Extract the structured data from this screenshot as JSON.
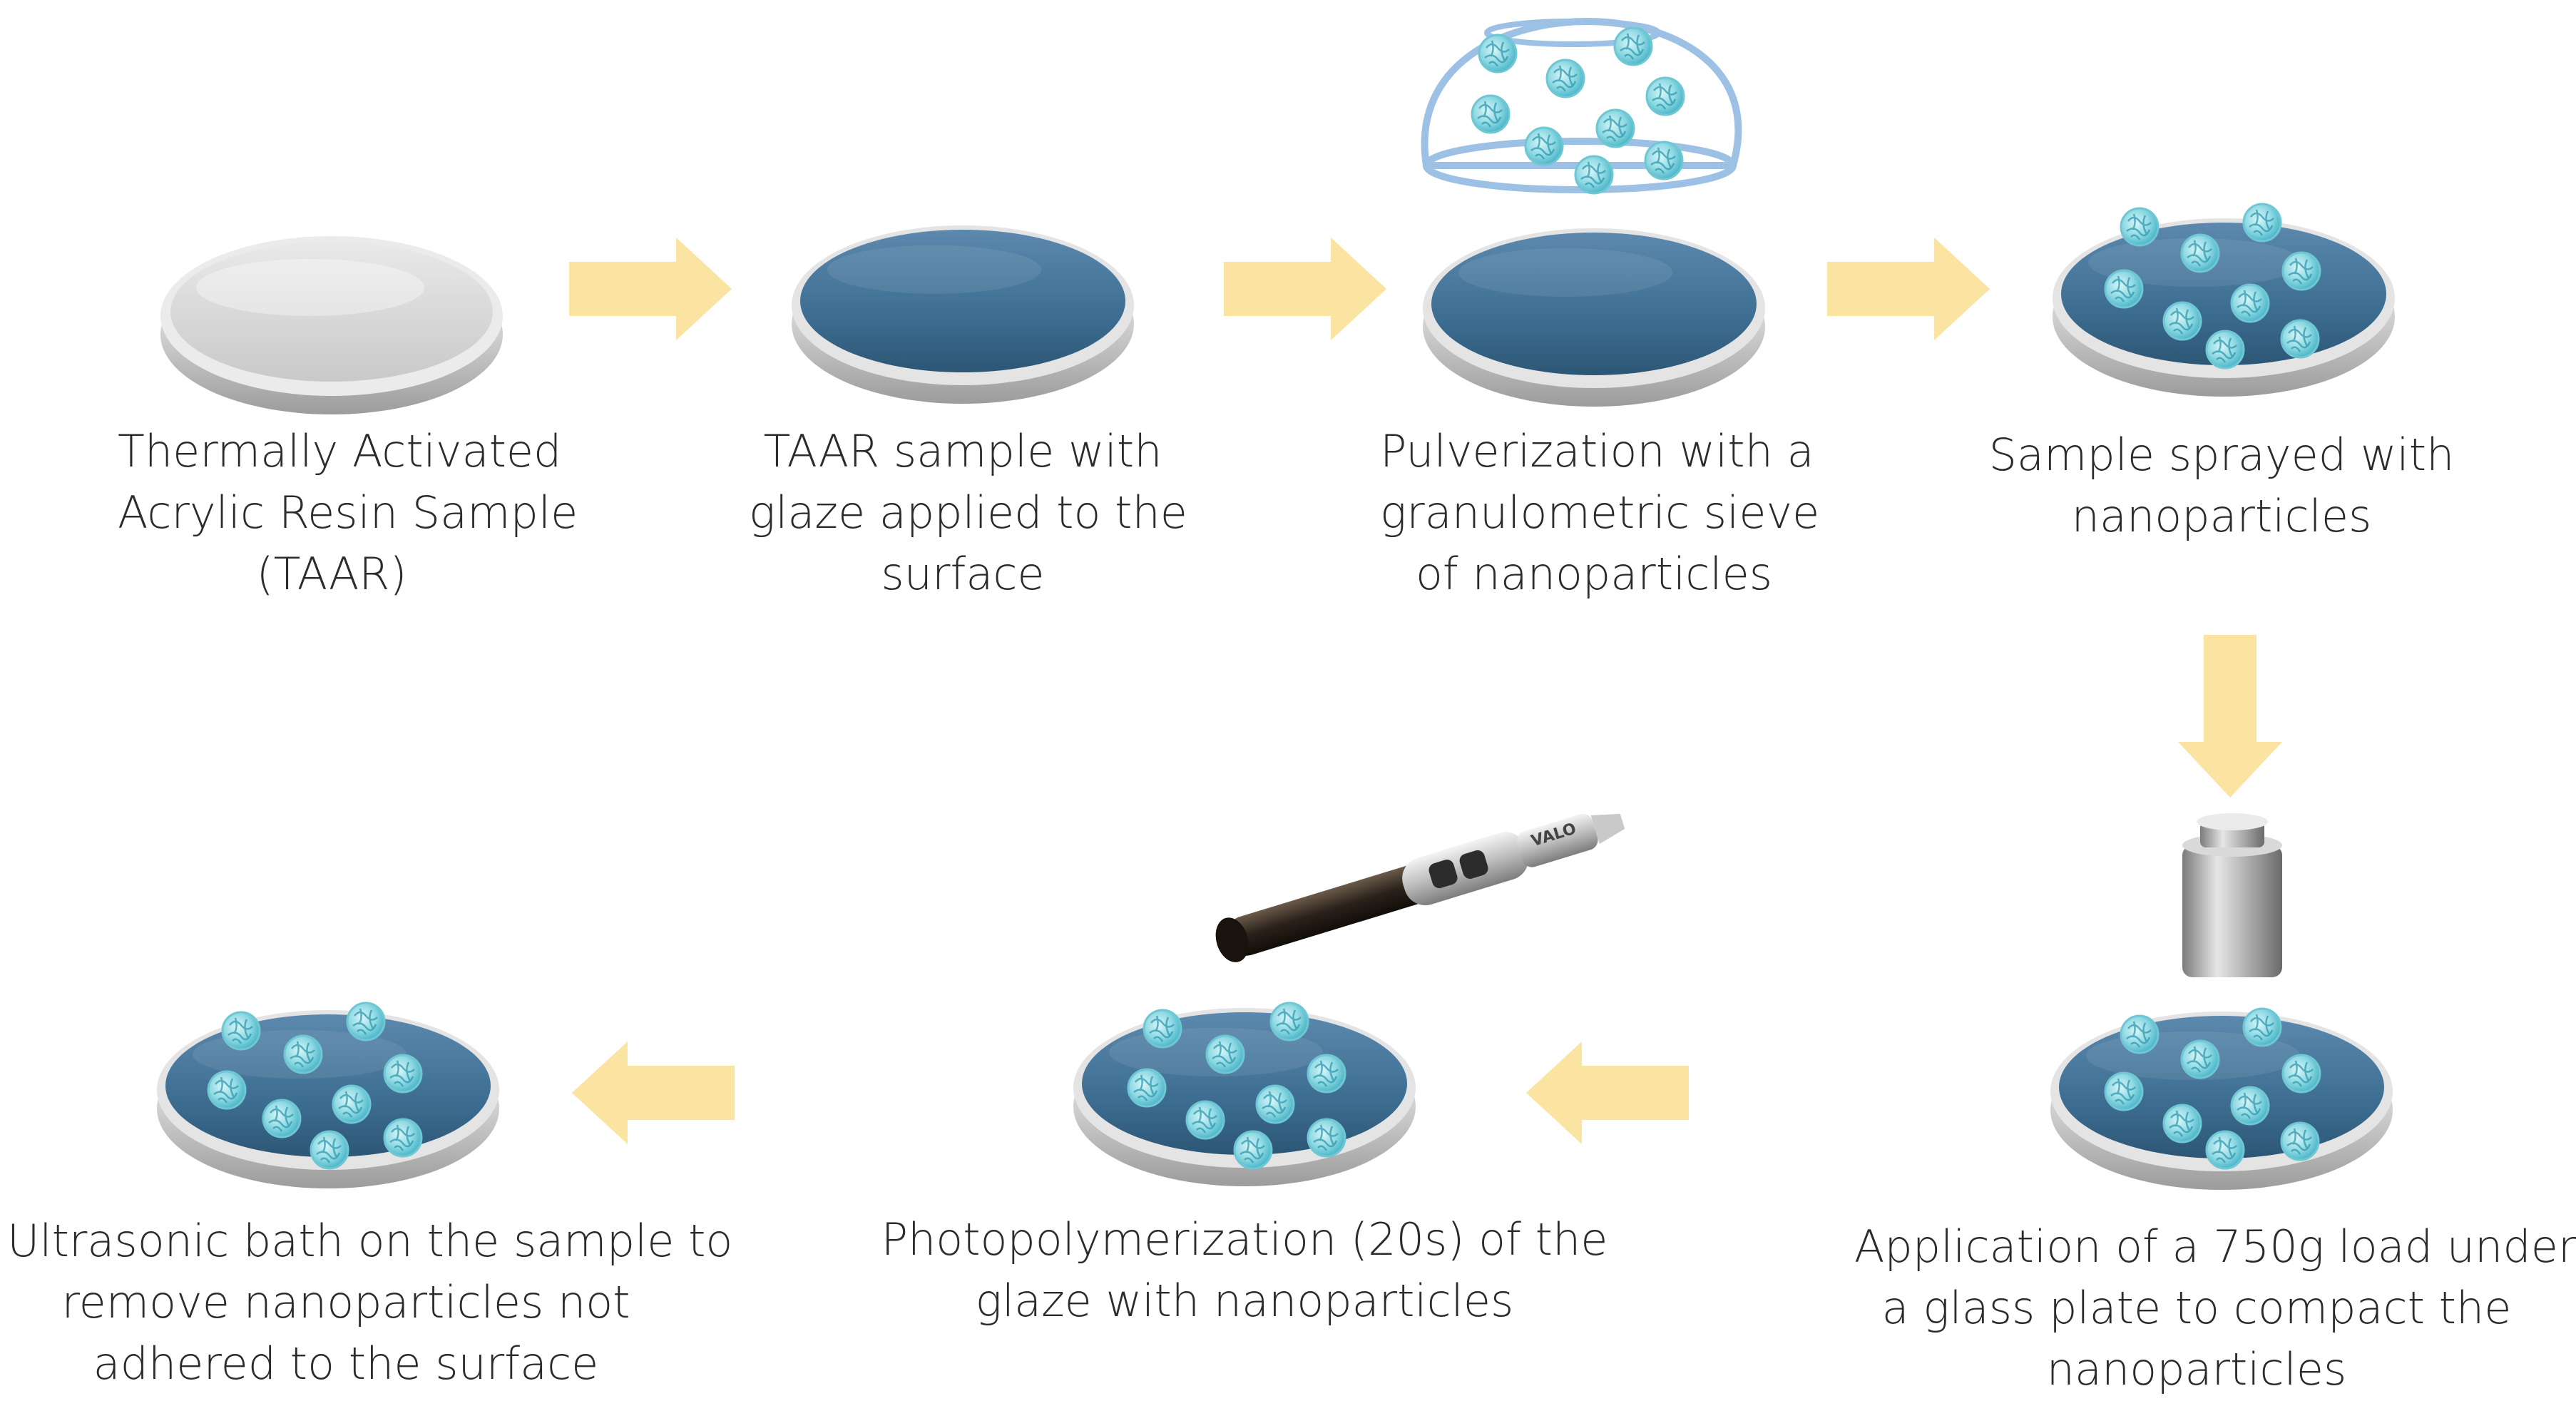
{
  "steps": [
    {
      "lines": [
        "Thermally Activated",
        "Acrylic Resin Sample",
        "(TAAR)"
      ]
    },
    {
      "lines": [
        "TAAR sample with",
        "glaze applied to the",
        "surface"
      ]
    },
    {
      "lines": [
        "Pulverization with a",
        "granulometric sieve",
        "of nanoparticles"
      ]
    },
    {
      "lines": [
        "Sample sprayed with",
        "nanoparticles"
      ]
    },
    {
      "lines": [
        "Application of a 750g load under",
        "a glass plate to compact the",
        "nanoparticles"
      ]
    },
    {
      "lines": [
        "Photopolymerization (20s) of the",
        "glaze with nanoparticles"
      ]
    },
    {
      "lines": [
        "Ultrasonic bath on the sample to",
        "remove nanoparticles not",
        "adhered to the surface"
      ]
    }
  ],
  "device": {
    "brand_text": "VALO"
  },
  "colors": {
    "arrow": "#FBE3A1",
    "glaze": "#3D6E92",
    "resin": "#D9D9D9",
    "particle": "#8FD9E3",
    "sieve": "#9CC1E4"
  }
}
